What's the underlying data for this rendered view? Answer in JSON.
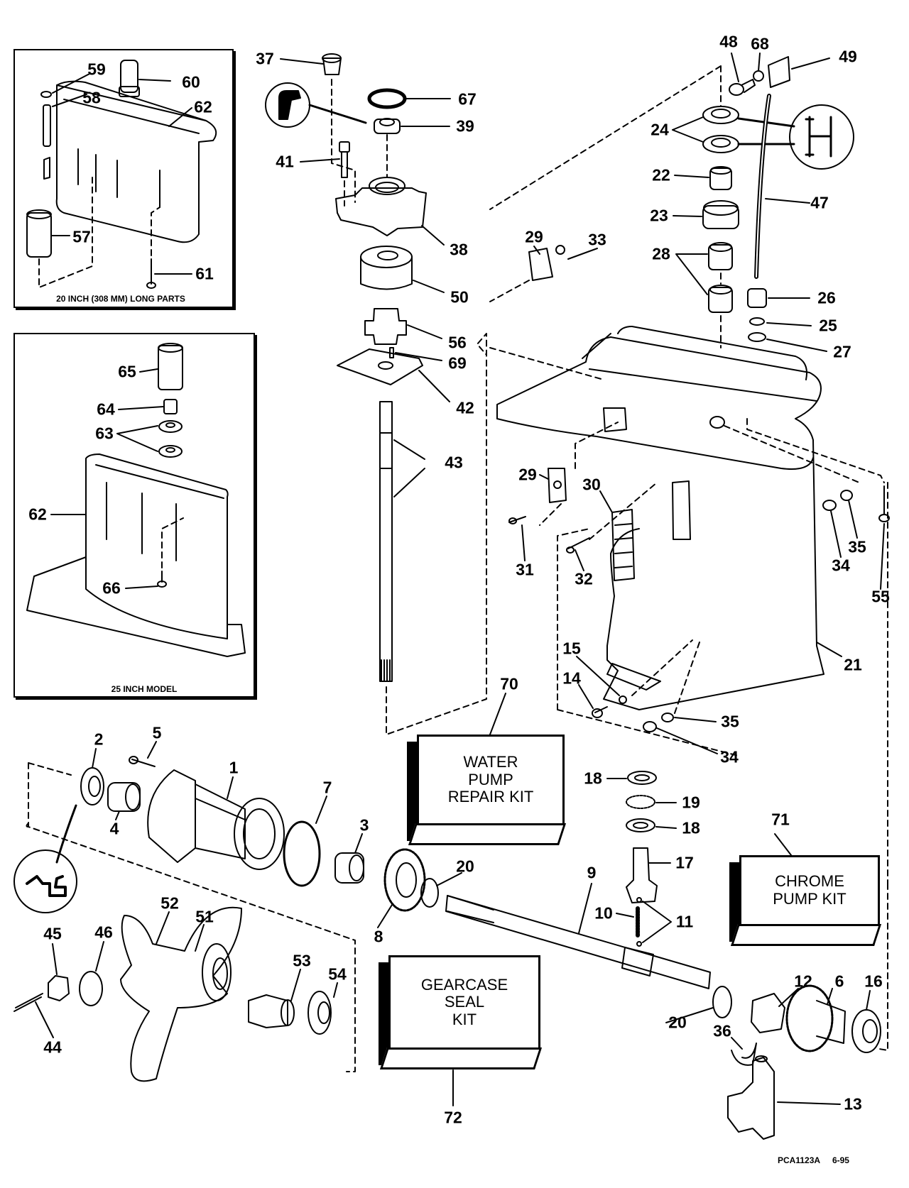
{
  "diagram": {
    "title": "Gearcase exploded parts diagram",
    "insets": {
      "long_parts": {
        "caption": "20 INCH (308 MM) LONG PARTS",
        "callouts": [
          "59",
          "60",
          "58",
          "62",
          "57",
          "61"
        ]
      },
      "model_25": {
        "caption": "25 INCH MODEL",
        "callouts": [
          "65",
          "64",
          "63",
          "62",
          "66"
        ]
      }
    },
    "kits": {
      "water_pump": {
        "callout": "70",
        "lines": [
          "WATER",
          "PUMP",
          "REPAIR KIT"
        ]
      },
      "chrome_pump": {
        "callout": "71",
        "lines": [
          "CHROME",
          "PUMP KIT"
        ]
      },
      "gearcase_seal": {
        "callout": "72",
        "lines": [
          "GEARCASE",
          "SEAL",
          "KIT"
        ]
      }
    },
    "callouts": {
      "c1": "1",
      "c2": "2",
      "c3": "3",
      "c4": "4",
      "c5": "5",
      "c6": "6",
      "c7": "7",
      "c8": "8",
      "c9": "9",
      "c10": "10",
      "c11": "11",
      "c12": "12",
      "c13": "13",
      "c14": "14",
      "c15": "15",
      "c16": "16",
      "c17": "17",
      "c18a": "18",
      "c18b": "18",
      "c19": "19",
      "c20a": "20",
      "c20b": "20",
      "c21": "21",
      "c22": "22",
      "c23": "23",
      "c24": "24",
      "c25": "25",
      "c26": "26",
      "c27": "27",
      "c28": "28",
      "c29a": "29",
      "c29b": "29",
      "c30": "30",
      "c31": "31",
      "c32": "32",
      "c33": "33",
      "c34a": "34",
      "c34b": "34",
      "c35a": "35",
      "c35b": "35",
      "c36": "36",
      "c37": "37",
      "c38": "38",
      "c39": "39",
      "c41": "41",
      "c42": "42",
      "c43": "43",
      "c44": "44",
      "c45": "45",
      "c46": "46",
      "c47": "47",
      "c48": "48",
      "c49": "49",
      "c50": "50",
      "c51": "51",
      "c52": "52",
      "c53": "53",
      "c54": "54",
      "c55": "55",
      "c56": "56",
      "c67": "67",
      "c68": "68",
      "c69": "69"
    },
    "footer": {
      "code": "PCA1123A",
      "date": "6-95"
    }
  }
}
